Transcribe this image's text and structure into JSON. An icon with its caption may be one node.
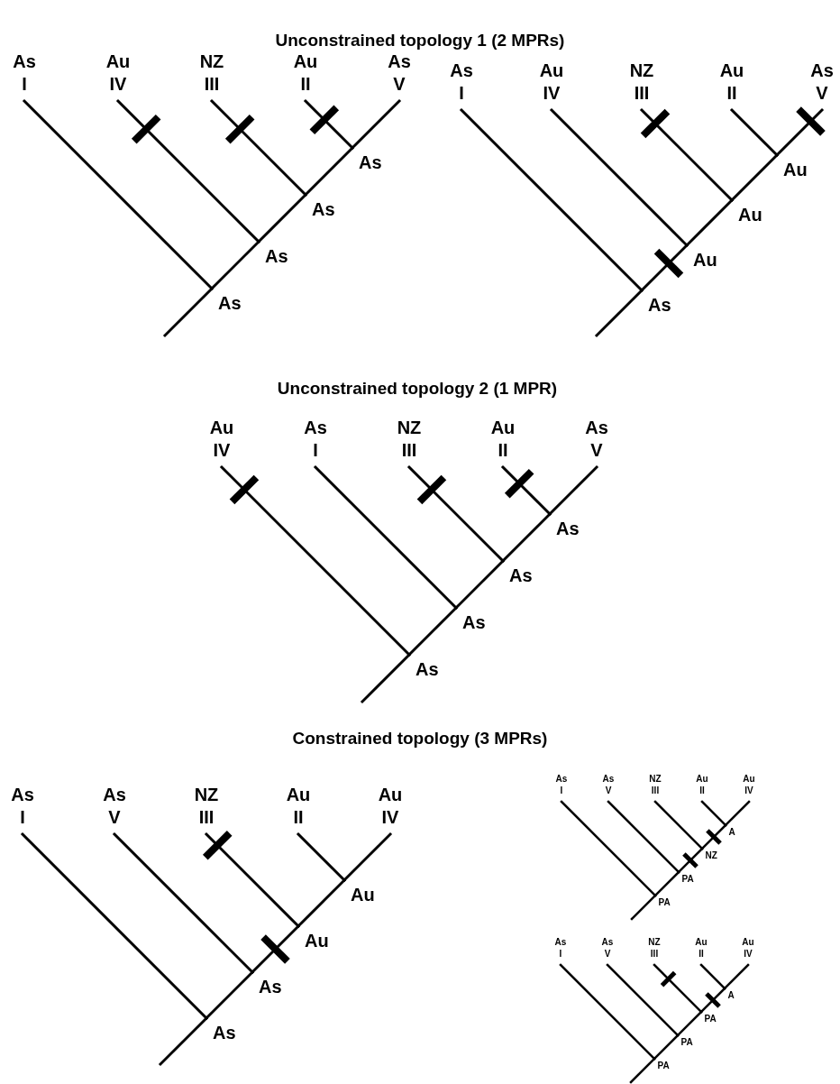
{
  "diagram": {
    "nodes": [
      {
        "text": [
          "As",
          "I"
        ]
      },
      {
        "text": [
          "Au",
          "IV"
        ]
      },
      {
        "text": [
          "NZ",
          "III"
        ]
      },
      {
        "text": [
          "Au",
          "II"
        ]
      },
      {
        "text": [
          "As",
          "V"
        ]
      },
      {
        "text": [
          "As"
        ]
      },
      {
        "text": [
          "As"
        ]
      },
      {
        "text": [
          "As"
        ]
      },
      {
        "text": [
          "As"
        ]
      },
      {
        "text": [
          "As",
          "I"
        ]
      },
      {
        "text": [
          "Au",
          "IV"
        ]
      },
      {
        "text": [
          "NZ",
          "III"
        ]
      },
      {
        "text": [
          "Au",
          "II"
        ]
      },
      {
        "text": [
          "As",
          "V"
        ]
      },
      {
        "text": [
          "Au"
        ]
      },
      {
        "text": [
          "Au"
        ]
      },
      {
        "text": [
          "Au"
        ]
      },
      {
        "text": [
          "As"
        ]
      },
      {
        "text": [
          "Au",
          "IV"
        ]
      },
      {
        "text": [
          "As",
          "I"
        ]
      },
      {
        "text": [
          "NZ",
          "III"
        ]
      },
      {
        "text": [
          "Au",
          "II"
        ]
      },
      {
        "text": [
          "As",
          "V"
        ]
      },
      {
        "text": [
          "As"
        ]
      },
      {
        "text": [
          "As"
        ]
      },
      {
        "text": [
          "As"
        ]
      },
      {
        "text": [
          "As"
        ]
      },
      {
        "text": [
          "As",
          "I"
        ]
      },
      {
        "text": [
          "As",
          "V"
        ]
      },
      {
        "text": [
          "NZ",
          "III"
        ]
      },
      {
        "text": [
          "Au",
          "II"
        ]
      },
      {
        "text": [
          "Au",
          "IV"
        ]
      },
      {
        "text": [
          "Au"
        ]
      },
      {
        "text": [
          "Au"
        ]
      },
      {
        "text": [
          "As"
        ]
      },
      {
        "text": [
          "As"
        ]
      },
      {
        "text": [
          "As",
          "I"
        ]
      },
      {
        "text": [
          "As",
          "V"
        ]
      },
      {
        "text": [
          "NZ",
          "III"
        ]
      },
      {
        "text": [
          "Au",
          "II"
        ]
      },
      {
        "text": [
          "Au",
          "IV"
        ]
      },
      {
        "text": [
          "A"
        ]
      },
      {
        "text": [
          "NZ"
        ]
      },
      {
        "text": [
          "PA"
        ]
      },
      {
        "text": [
          "PA"
        ]
      },
      {
        "text": [
          "As",
          "I"
        ]
      },
      {
        "text": [
          "As",
          "V"
        ]
      },
      {
        "text": [
          "NZ",
          "III"
        ]
      },
      {
        "text": [
          "Au",
          "II"
        ]
      },
      {
        "text": [
          "Au",
          "IV"
        ]
      },
      {
        "text": [
          "A"
        ]
      },
      {
        "text": [
          "PA"
        ]
      },
      {
        "text": [
          "PA"
        ]
      },
      {
        "text": [
          "PA"
        ]
      }
    ],
    "edges": [
      {
        "from": 0,
        "to": 8,
        "arrow": "none"
      },
      {
        "from": 1,
        "to": 7,
        "arrow": "none"
      },
      {
        "from": 2,
        "to": 6,
        "arrow": "none"
      },
      {
        "from": 3,
        "to": 5,
        "arrow": "none"
      },
      {
        "from": 4,
        "to": 5,
        "arrow": "none"
      },
      {
        "from": 5,
        "to": 6,
        "arrow": "none"
      },
      {
        "from": 6,
        "to": 7,
        "arrow": "none"
      },
      {
        "from": 7,
        "to": 8,
        "arrow": "none"
      },
      {
        "from": null,
        "to": 8,
        "arrow": "none"
      },
      {
        "from": 9,
        "to": 17,
        "arrow": "none"
      },
      {
        "from": 10,
        "to": 16,
        "arrow": "none"
      },
      {
        "from": 11,
        "to": 15,
        "arrow": "none"
      },
      {
        "from": 12,
        "to": 14,
        "arrow": "none"
      },
      {
        "from": 13,
        "to": 14,
        "arrow": "none"
      },
      {
        "from": 14,
        "to": 15,
        "arrow": "none"
      },
      {
        "from": 15,
        "to": 16,
        "arrow": "none"
      },
      {
        "from": 16,
        "to": 17,
        "arrow": "none"
      },
      {
        "from": null,
        "to": 17,
        "arrow": "none"
      },
      {
        "from": 18,
        "to": 26,
        "arrow": "none"
      },
      {
        "from": 19,
        "to": 25,
        "arrow": "none"
      },
      {
        "from": 20,
        "to": 24,
        "arrow": "none"
      },
      {
        "from": 21,
        "to": 23,
        "arrow": "none"
      },
      {
        "from": 22,
        "to": 23,
        "arrow": "none"
      },
      {
        "from": 23,
        "to": 24,
        "arrow": "none"
      },
      {
        "from": 24,
        "to": 25,
        "arrow": "none"
      },
      {
        "from": 25,
        "to": 26,
        "arrow": "none"
      },
      {
        "from": null,
        "to": 26,
        "arrow": "none"
      },
      {
        "from": 27,
        "to": 35,
        "arrow": "none"
      },
      {
        "from": 28,
        "to": 34,
        "arrow": "none"
      },
      {
        "from": 29,
        "to": 33,
        "arrow": "none"
      },
      {
        "from": 30,
        "to": 32,
        "arrow": "none"
      },
      {
        "from": 31,
        "to": 32,
        "arrow": "none"
      },
      {
        "from": 32,
        "to": 33,
        "arrow": "none"
      },
      {
        "from": 33,
        "to": 34,
        "arrow": "none"
      },
      {
        "from": 34,
        "to": 35,
        "arrow": "none"
      },
      {
        "from": null,
        "to": 35,
        "arrow": "none"
      },
      {
        "from": 36,
        "to": 44,
        "arrow": "none"
      },
      {
        "from": 37,
        "to": 43,
        "arrow": "none"
      },
      {
        "from": 38,
        "to": 42,
        "arrow": "none"
      },
      {
        "from": 39,
        "to": 41,
        "arrow": "none"
      },
      {
        "from": 40,
        "to": 41,
        "arrow": "none"
      },
      {
        "from": 41,
        "to": 42,
        "arrow": "none"
      },
      {
        "from": 42,
        "to": 43,
        "arrow": "none"
      },
      {
        "from": 43,
        "to": 44,
        "arrow": "none"
      },
      {
        "from": null,
        "to": 44,
        "arrow": "none"
      },
      {
        "from": 45,
        "to": 53,
        "arrow": "none"
      },
      {
        "from": 46,
        "to": 52,
        "arrow": "none"
      },
      {
        "from": 47,
        "to": 51,
        "arrow": "none"
      },
      {
        "from": 48,
        "to": 50,
        "arrow": "none"
      },
      {
        "from": 49,
        "to": 50,
        "arrow": "none"
      },
      {
        "from": 50,
        "to": 51,
        "arrow": "none"
      },
      {
        "from": 51,
        "to": 52,
        "arrow": "none"
      },
      {
        "from": 52,
        "to": 53,
        "arrow": "none"
      },
      {
        "from": null,
        "to": 53,
        "arrow": "none"
      }
    ],
    "labels": [
      "Unconstrained topology 1 (2 MPRs)",
      "Unconstrained topology 2 (1 MPR)",
      "Constrained topology (3 MPRs)"
    ]
  }
}
